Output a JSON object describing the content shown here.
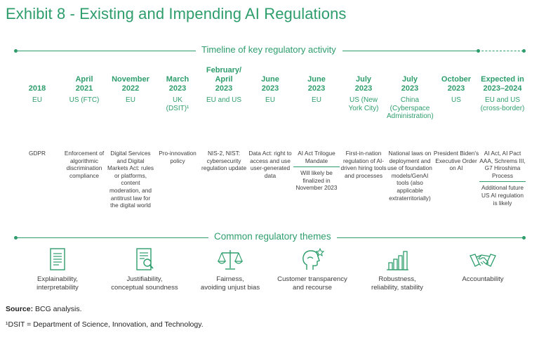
{
  "title": "Exhibit 8 - Existing and Impending AI Regulations",
  "timeline_label": "Timeline of key regulatory activity",
  "themes_label": "Common regulatory themes",
  "timeline": [
    {
      "date": "2018",
      "region": "EU",
      "desc": "GDPR"
    },
    {
      "date": "April\n2021",
      "region": "US (FTC)",
      "desc": "Enforcement of algorithmic discrimination compliance"
    },
    {
      "date": "November\n2022",
      "region": "EU",
      "desc": "Digital Services and Digital Markets Act: rules or platforms, content moderation, and antitrust law for the digital world"
    },
    {
      "date": "March\n2023",
      "region": "UK\n(DSIT)¹",
      "desc": "Pro-innovation policy"
    },
    {
      "date": "February/\nApril\n2023",
      "region": "EU and US",
      "desc": "NIS-2, NIST: cybersecurity regulation update"
    },
    {
      "date": "June\n2023",
      "region": "EU",
      "desc": "Data Act: right to access and use user-generated data"
    },
    {
      "date": "June\n2023",
      "region": "EU",
      "desc": "AI Act Trilogue Mandate",
      "note": "Will likely be finalized in November 2023"
    },
    {
      "date": "July\n2023",
      "region": "US (New\nYork City)",
      "desc": "First-in-nation regulation of AI-driven hiring tools and processes"
    },
    {
      "date": "July\n2023",
      "region": "China\n(Cyberspace\nAdministration)",
      "desc": "National laws on deployment and use of foundation models/GenAI tools (also applicable extraterritorially)"
    },
    {
      "date": "October\n2023",
      "region": "US",
      "desc": "President Biden's Executive Order on AI"
    },
    {
      "date": "Expected in\n2023–2024",
      "region": "EU and US\n(cross-border)",
      "desc": "AI Act, AI Pact AAA, Schrems III, G7 Hiroshima Process",
      "note": "Additional future US AI regulation is likely"
    }
  ],
  "themes": [
    {
      "icon": "document-lines-icon",
      "label": "Explainability,\ninterpretability"
    },
    {
      "icon": "document-magnifier-icon",
      "label": "Justifiability,\nconceptual soundness"
    },
    {
      "icon": "balance-scale-icon",
      "label": "Fairness,\navoiding unjust bias"
    },
    {
      "icon": "head-star-icon",
      "label": "Customer transparency\nand recourse"
    },
    {
      "icon": "bar-chart-icon",
      "label": "Robustness,\nreliability, stability"
    },
    {
      "icon": "handshake-icon",
      "label": "Accountability"
    }
  ],
  "source_label": "Source:",
  "source_text": " BCG analysis.",
  "footnote": "¹DSIT = Department of Science, Innovation, and Technology.",
  "colors": {
    "accent": "#2e9d6c",
    "text": "#3c3c3c"
  }
}
